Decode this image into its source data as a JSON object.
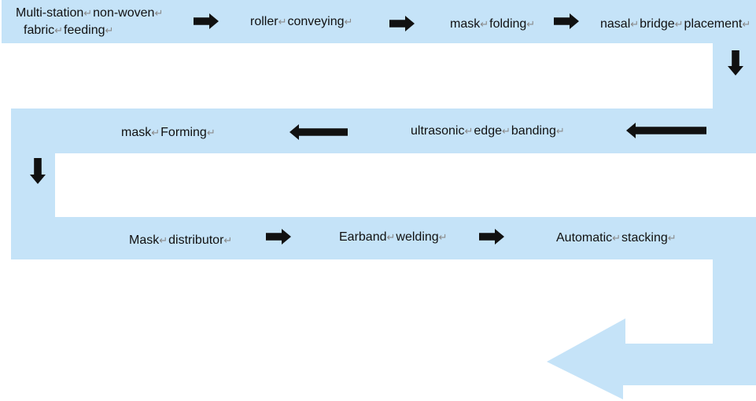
{
  "diagram": {
    "band_color": "#c5e3f8",
    "arrow_color": "#111111",
    "paragraph_mark": "↵",
    "steps": [
      {
        "id": "s1",
        "lines": [
          [
            "Multi-station",
            "non-woven"
          ],
          [
            "fabric",
            "feeding"
          ]
        ]
      },
      {
        "id": "s2",
        "lines": [
          [
            "roller",
            "conveying"
          ]
        ]
      },
      {
        "id": "s3",
        "lines": [
          [
            "mask",
            "folding"
          ]
        ]
      },
      {
        "id": "s4",
        "lines": [
          [
            "nasal",
            "bridge",
            "placement"
          ]
        ]
      },
      {
        "id": "s5",
        "lines": [
          [
            "ultrasonic",
            "edge",
            "banding"
          ]
        ]
      },
      {
        "id": "s6",
        "lines": [
          [
            "mask",
            "Forming"
          ]
        ]
      },
      {
        "id": "s7",
        "lines": [
          [
            "Mask",
            "distributor"
          ]
        ]
      },
      {
        "id": "s8",
        "lines": [
          [
            "Earband",
            "welding"
          ]
        ]
      },
      {
        "id": "s9",
        "lines": [
          [
            "Automatic",
            "stacking"
          ]
        ]
      }
    ],
    "arrows": [
      {
        "id": "a1",
        "dir": "right"
      },
      {
        "id": "a2",
        "dir": "right"
      },
      {
        "id": "a3",
        "dir": "right"
      },
      {
        "id": "a4",
        "dir": "down"
      },
      {
        "id": "a5",
        "dir": "left"
      },
      {
        "id": "a6",
        "dir": "left"
      },
      {
        "id": "a7",
        "dir": "down"
      },
      {
        "id": "a8",
        "dir": "right"
      },
      {
        "id": "a9",
        "dir": "right"
      }
    ]
  }
}
